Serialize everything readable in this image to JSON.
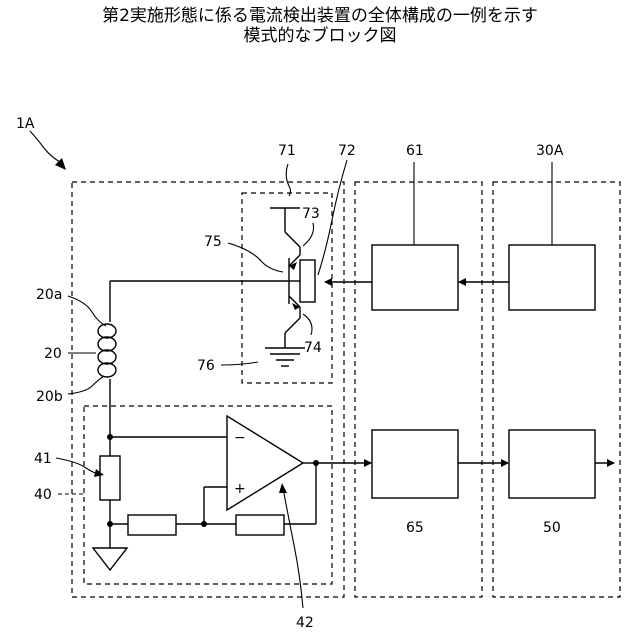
{
  "title": {
    "line1": "第2実施形態に係る電流検出装置の全体構成の一例を示す",
    "line2": "模式的なブロック図"
  },
  "labels": {
    "device": "1A",
    "transistor_circuit": "71",
    "wire_72": "72",
    "transistor_top": "73",
    "transistor_bottom": "74",
    "transistor_base": "75",
    "ground_76": "76",
    "block_61": "61",
    "block_30A": "30A",
    "coil_top": "20a",
    "coil": "20",
    "coil_bottom": "20b",
    "resistor_41": "41",
    "circuit_40": "40",
    "amplifier_42": "42",
    "block_65": "65",
    "block_50": "50",
    "minus_sign": "−",
    "plus_sign": "+"
  }
}
